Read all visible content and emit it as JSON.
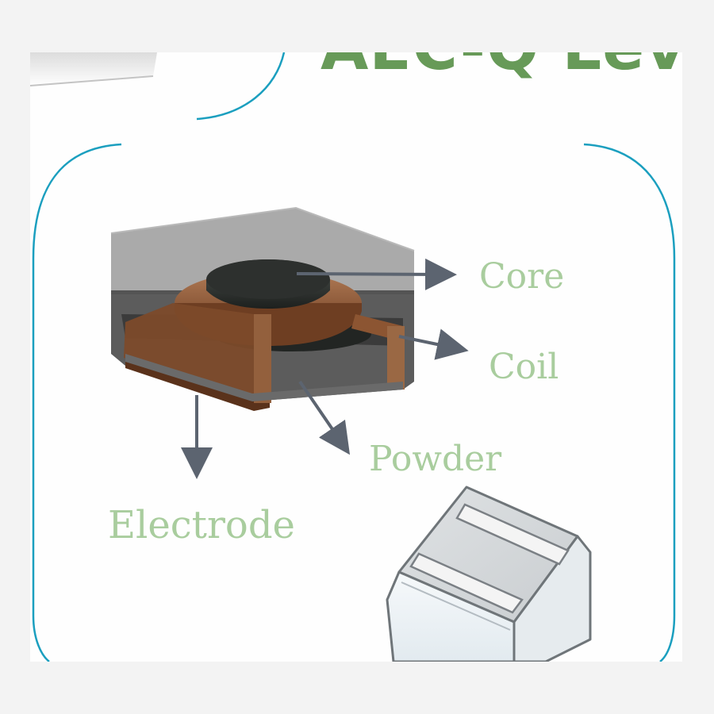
{
  "title": "AEC-Q Leve",
  "labels": {
    "core": "Core",
    "coil": "Coil",
    "powder": "Powder",
    "electrode": "Electrode"
  },
  "colors": {
    "title": "#679a58",
    "label": "#a9cd9e",
    "frame": "#1b9fbf",
    "arrow": "#5c6470",
    "copper": "#8c5532",
    "core": "#2b2f2c"
  },
  "icons": [
    "inductor-cutaway-icon",
    "smd-inductor-package-icon"
  ]
}
